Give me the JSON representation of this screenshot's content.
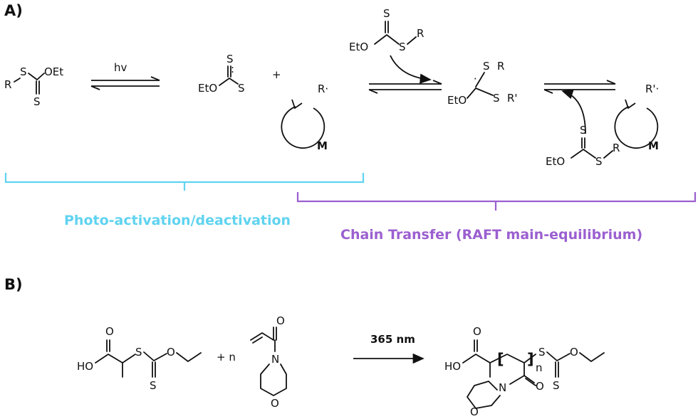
{
  "section_a": {
    "label": "A)",
    "hv": "hv",
    "plus": "+",
    "M": "M",
    "S": "S",
    "R": "R",
    "OEt": "OEt",
    "EtO": "EtO",
    "R_radical": "R·",
    "R_prime": "R'",
    "R_prime_radical": "R'·",
    "activation_label": "Photo-activation/deactivation",
    "transfer_label": "Chain Transfer (RAFT main-equilibrium)"
  },
  "section_b": {
    "label": "B)",
    "HO": "HO",
    "O": "O",
    "S": "S",
    "N": "N",
    "plus_n": "+ n",
    "wavelength": "365 nm",
    "n": "n"
  },
  "colors": {
    "activation": "#5fd3f0",
    "transfer": "#9b5fd0",
    "ink": "#111111"
  }
}
